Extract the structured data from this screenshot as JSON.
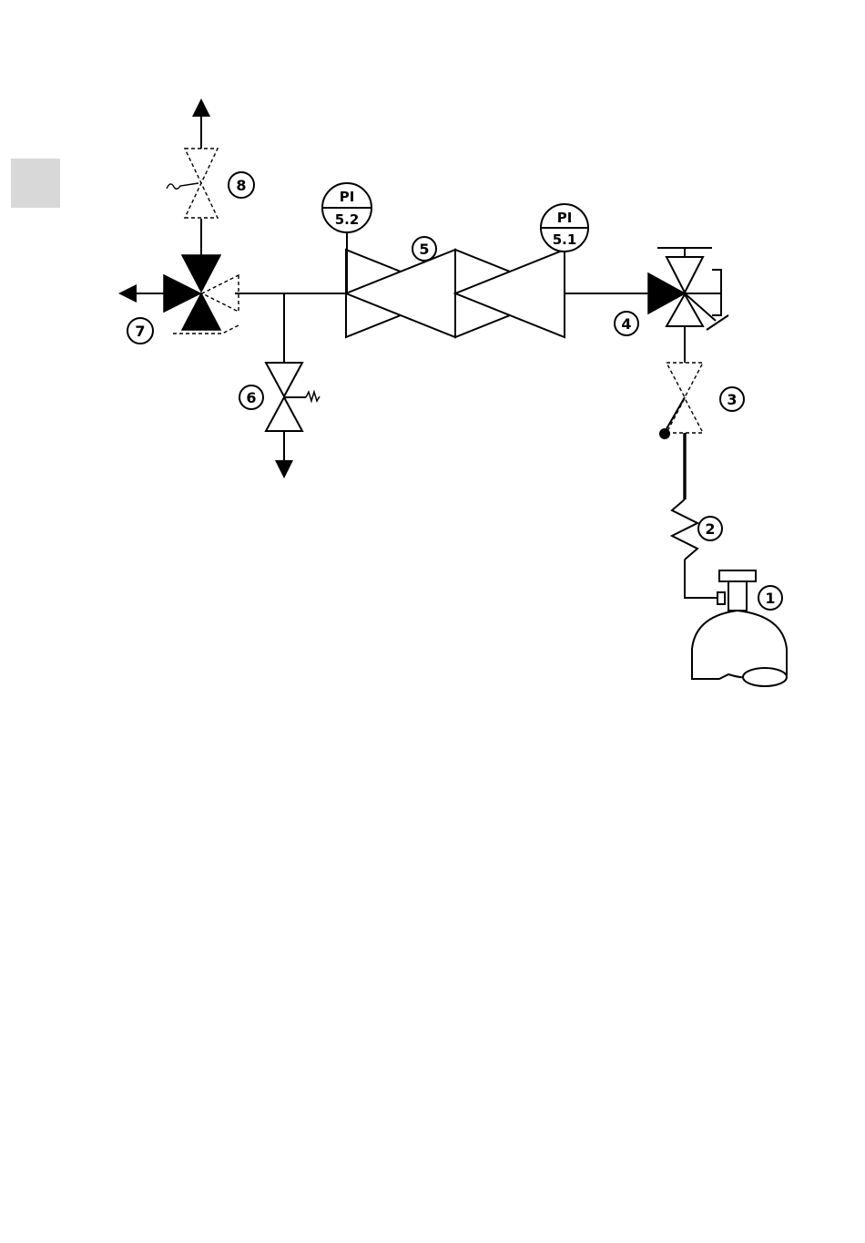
{
  "diagram": {
    "gauges": [
      {
        "id": "gauge-5-2",
        "top": "PI",
        "bottom": "5.2"
      },
      {
        "id": "gauge-5-1",
        "top": "PI",
        "bottom": "5.1"
      }
    ],
    "callouts": [
      {
        "id": "callout-1",
        "label": "1"
      },
      {
        "id": "callout-2",
        "label": "2"
      },
      {
        "id": "callout-3",
        "label": "3"
      },
      {
        "id": "callout-4",
        "label": "4"
      },
      {
        "id": "callout-5",
        "label": "5"
      },
      {
        "id": "callout-6",
        "label": "6"
      },
      {
        "id": "callout-7",
        "label": "7"
      },
      {
        "id": "callout-8",
        "label": "8"
      }
    ]
  },
  "colors": {
    "line": "#000000",
    "background": "#ffffff",
    "tab_marker": "#d8d8d8"
  }
}
